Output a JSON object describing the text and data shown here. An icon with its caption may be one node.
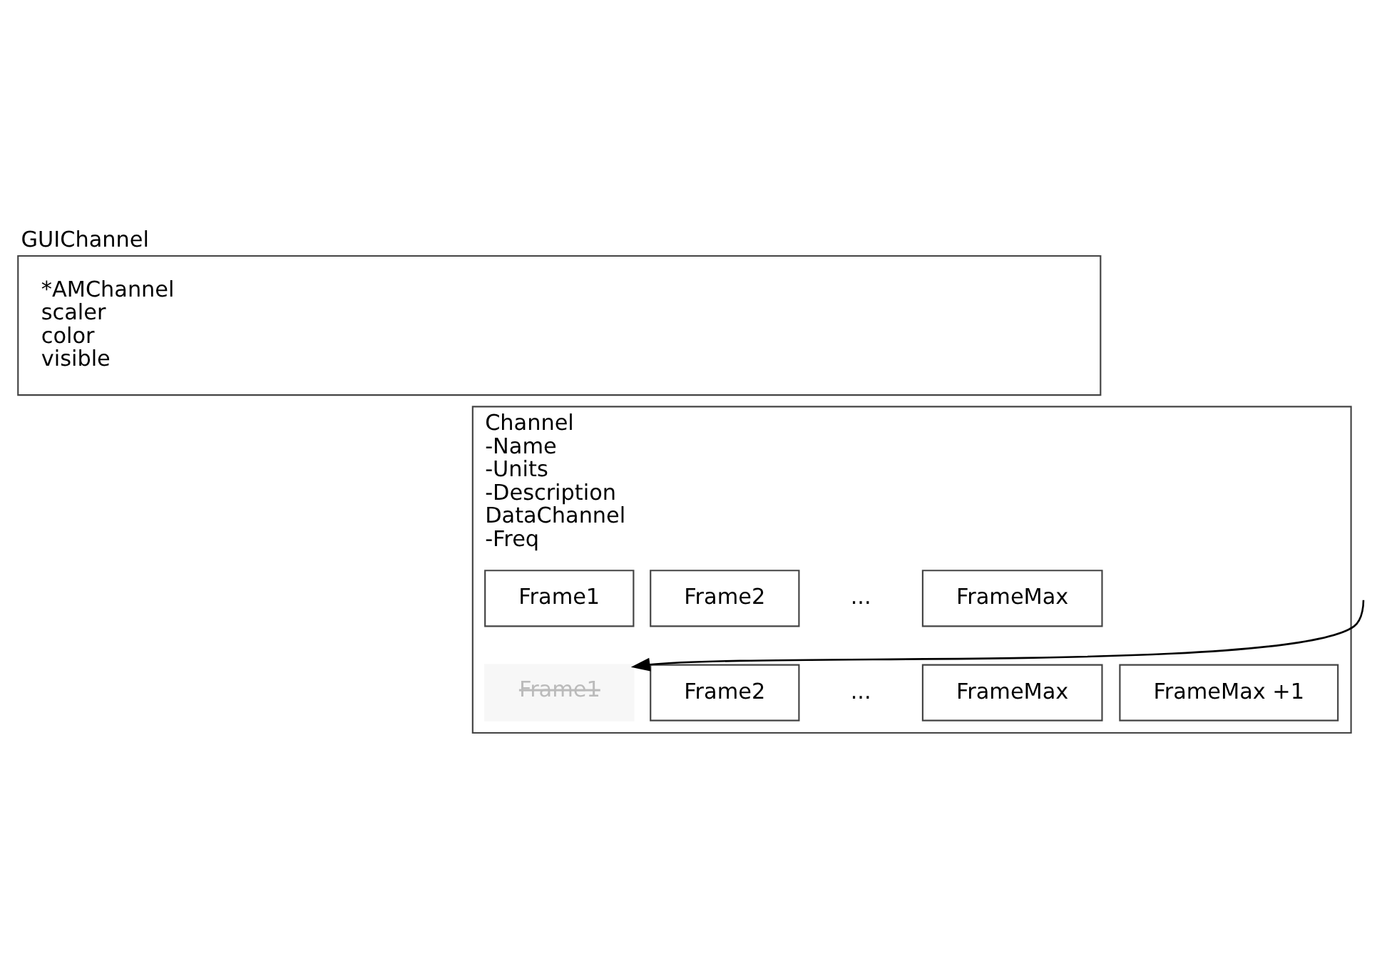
{
  "diagram": {
    "nodes": [
      {
        "text": [
          "GUIChannel",
          "*AMChannel",
          "scaler",
          "color",
          "visible"
        ]
      },
      {
        "text": [
          "Channel",
          "-Name",
          "-Units",
          "-Description",
          "DataChannel",
          "-Freq"
        ]
      },
      {
        "text": [
          "Frame1"
        ],
        "in": 1
      },
      {
        "text": [
          "Frame2"
        ],
        "in": 1
      },
      {
        "text": [
          "FrameMax"
        ],
        "in": 1
      },
      {
        "text": [
          "Frame1"
        ],
        "in": 1
      },
      {
        "text": [
          "Frame2"
        ],
        "in": 1
      },
      {
        "text": [
          "FrameMax"
        ],
        "in": 1
      },
      {
        "text": [
          "FrameMax +1"
        ],
        "in": 1
      }
    ],
    "edges": [
      {
        "from": null,
        "to": 5,
        "arrow": "to"
      }
    ],
    "labels": [
      "...",
      "..."
    ]
  }
}
